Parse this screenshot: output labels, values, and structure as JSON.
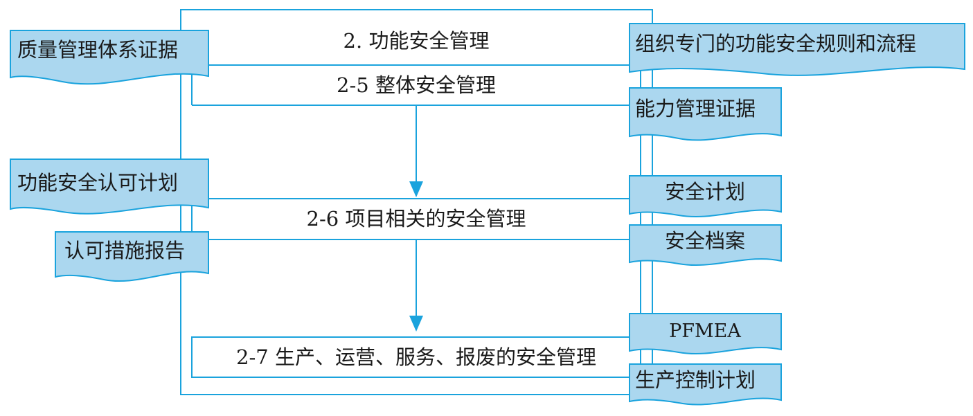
{
  "title": "2. 功能安全管理",
  "stages": {
    "overall": "2-5 整体安全管理",
    "project": "2-6 项目相关的安全管理",
    "production": "2-7 生产、运营、服务、报废的安全管理"
  },
  "inputs": {
    "quality_evidence": "质量管理体系证据",
    "assessment_plan": "功能安全认可计划",
    "assessment_report": "认可措施报告"
  },
  "outputs": {
    "rules_processes": "组织专门的功能安全规则和流程",
    "competence_evidence": "能力管理证据",
    "safety_plan": "安全计划",
    "safety_case": "安全档案",
    "pfmea": "PFMEA",
    "production_control_plan": "生产控制计划"
  },
  "colors": {
    "line": "#1aa3dd",
    "doc_fill": "#abd7ef",
    "text": "#1a1a1a"
  }
}
